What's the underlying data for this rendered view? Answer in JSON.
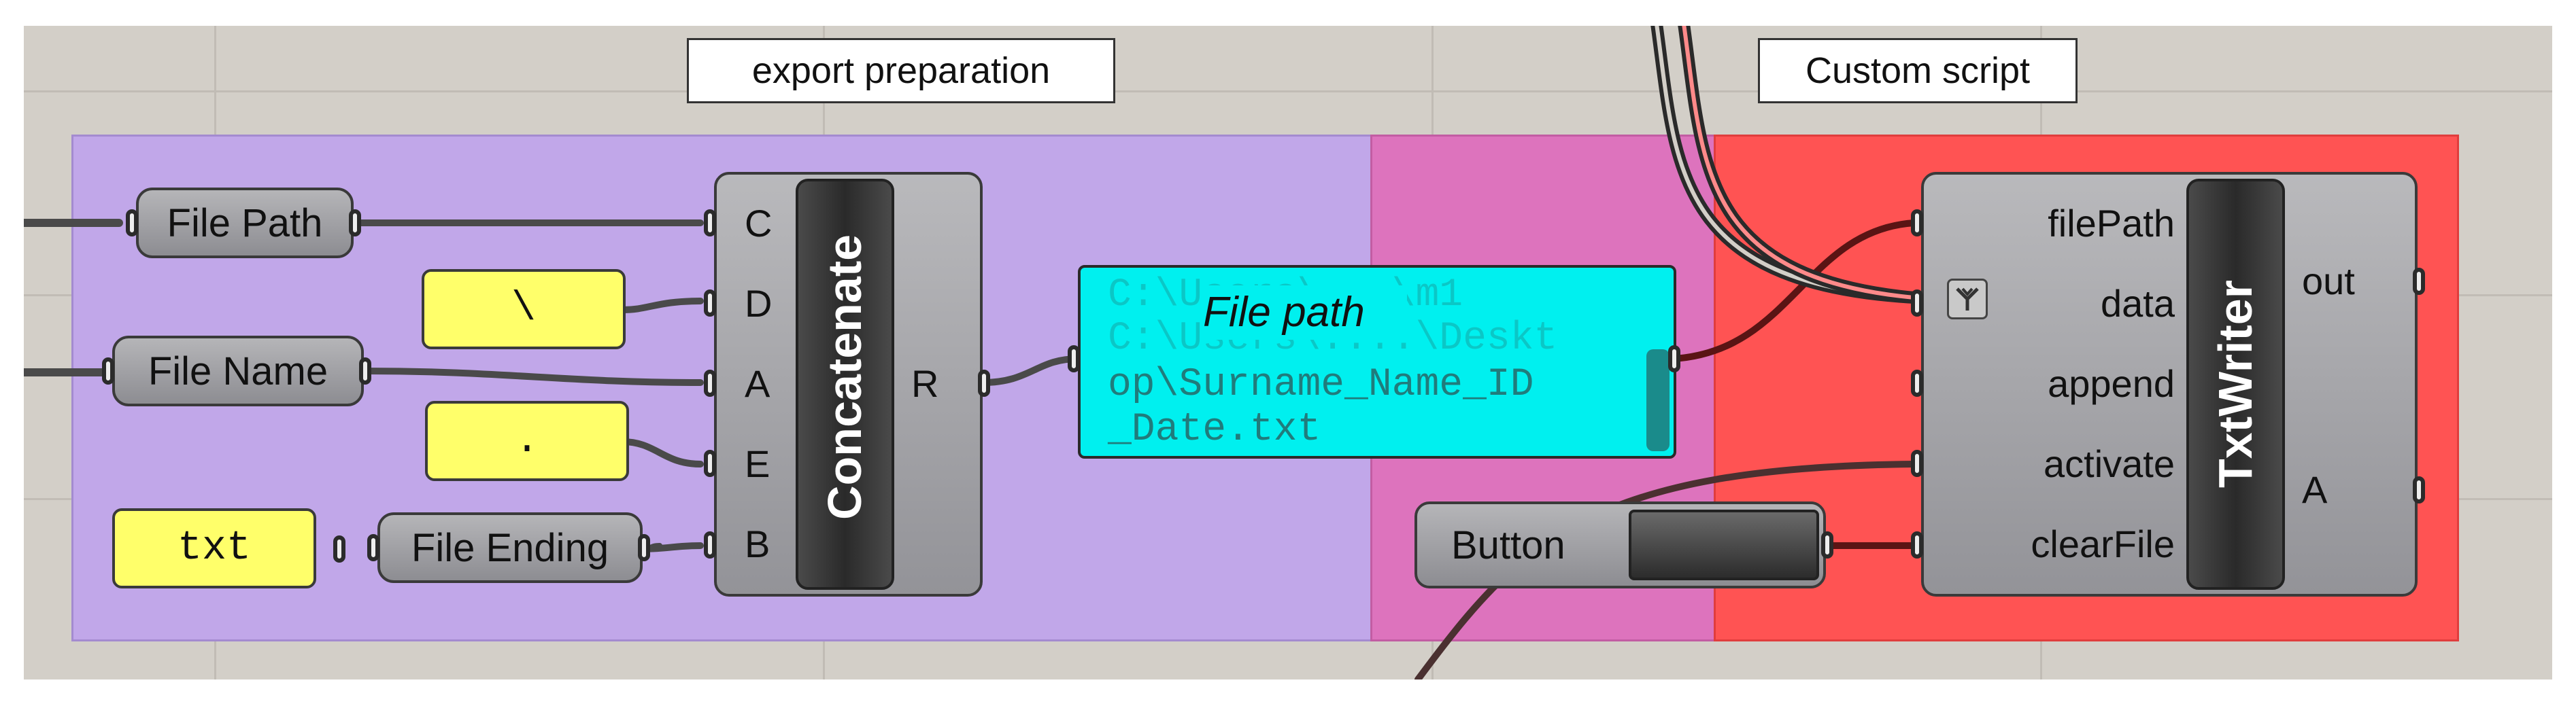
{
  "groups": {
    "export_preparation": {
      "label": "export preparation",
      "color": "#c1a7e9"
    },
    "middle": {
      "color": "#dd73bd"
    },
    "custom_script": {
      "label": "Custom script",
      "color": "#ff5353"
    }
  },
  "params": {
    "file_path": "File Path",
    "file_name": "File Name",
    "file_ending": "File Ending"
  },
  "panels": {
    "backslash": "\\",
    "dot": ".",
    "txt": "txt"
  },
  "concatenate": {
    "title": "Concatenate",
    "inputs": [
      "C",
      "D",
      "A",
      "E",
      "B"
    ],
    "output": "R"
  },
  "file_path_panel": {
    "caption": "File path",
    "lines": [
      "C:\\Users\\...\\m1",
      "C:\\Users\\....\\Deskt",
      "op\\Surname_Name_ID",
      "_Date.txt"
    ]
  },
  "button": {
    "label": "Button"
  },
  "txtwriter": {
    "title": "TxtWriter",
    "inputs": [
      "filePath",
      "data",
      "append",
      "activate",
      "clearFile"
    ],
    "outputs": [
      "out",
      "A"
    ]
  },
  "colors": {
    "canvas": "#d3cfc8",
    "panel_yellow": "#ffff6a",
    "panel_cyan": "#00f0ef"
  }
}
